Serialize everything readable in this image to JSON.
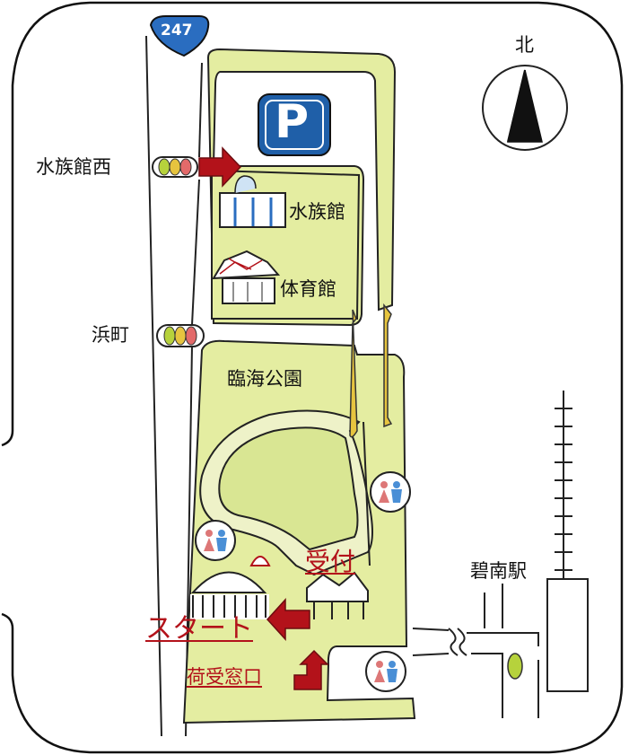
{
  "route_shield": "247",
  "north_label": "北",
  "parking_symbol": "P",
  "labels": {
    "suizokukan_nishi": "水族館西",
    "suizokukan": "水族館",
    "taiikukan": "体育館",
    "hamacho": "浜町",
    "rinkai_koen": "臨海公園",
    "hekinan_eki": "碧南駅",
    "uketsuke": "受付",
    "start": "スタート",
    "niuke_madoguchi": "荷受窓口"
  },
  "icons": {
    "traffic_light": "traffic-light-icon",
    "restroom": "restroom-icon",
    "parking": "parking-sign-icon",
    "arrow": "red-arrow-icon",
    "compass": "north-arrow-icon"
  },
  "colors": {
    "park_green": "#e4eda1",
    "road_outline": "#222222",
    "bridge_yellow": "#e6c43f",
    "arrow_red": "#b3121a",
    "parking_blue": "#1f5fa8",
    "shield_blue": "#2a6dc0",
    "signal_green": "#b6d23c"
  }
}
